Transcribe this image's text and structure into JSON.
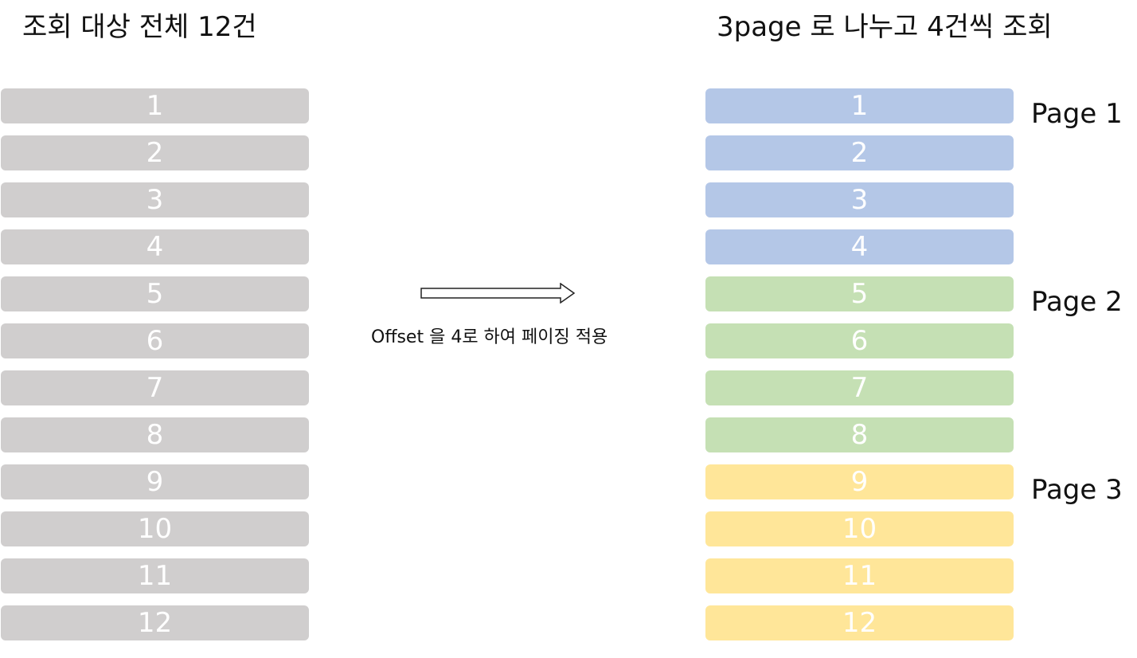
{
  "left_title": "조회 대상 전체 12건",
  "right_title": "3page 로 나누고 4건씩 조회",
  "arrow_text": "Offset 을 4로 하여 페이징 적용",
  "colors": {
    "all": "#d0cece",
    "page1": "#b4c7e7",
    "page2": "#c5e0b4",
    "page3": "#ffe699"
  },
  "rows": [
    "1",
    "2",
    "3",
    "4",
    "5",
    "6",
    "7",
    "8",
    "9",
    "10",
    "11",
    "12"
  ],
  "pages": [
    {
      "label": "Page 1",
      "rows": [
        "1",
        "2",
        "3",
        "4"
      ]
    },
    {
      "label": "Page 2",
      "rows": [
        "5",
        "6",
        "7",
        "8"
      ]
    },
    {
      "label": "Page 3",
      "rows": [
        "9",
        "10",
        "11",
        "12"
      ]
    }
  ]
}
